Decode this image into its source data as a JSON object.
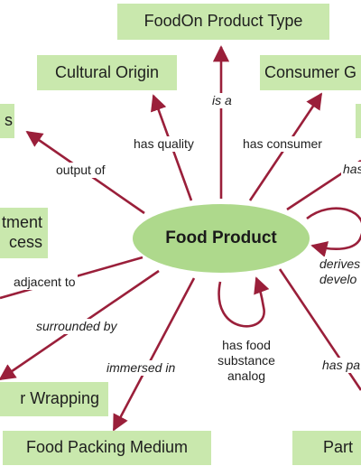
{
  "core": "Food Product",
  "nodes": {
    "type": "FoodOn Product Type",
    "cultural": "Cultural Origin",
    "consumer": "Consumer G",
    "left_top": "s",
    "right_top": "",
    "process_line1": "tment",
    "process_line2": "cess",
    "wrapping": "r Wrapping",
    "medium": "Food Packing Medium",
    "part": "Part"
  },
  "edges": {
    "is_a": "is a",
    "has_quality": "has quality",
    "has_consumer": "has consumer",
    "has_right": "has",
    "output_of": "output of",
    "adjacent_to": "adjacent to",
    "surrounded_by": "surrounded by",
    "immersed_in": "immersed in",
    "substance_line1": "has food",
    "substance_line2": "substance",
    "substance_line3": "analog",
    "has_part": "has pa",
    "derives_line1": "derives",
    "derives_line2": "develo"
  },
  "colors": {
    "node_fill": "#c9e8ad",
    "core_fill": "#aed98c",
    "arrow": "#9a1f3a",
    "text": "#1e1e1e"
  }
}
